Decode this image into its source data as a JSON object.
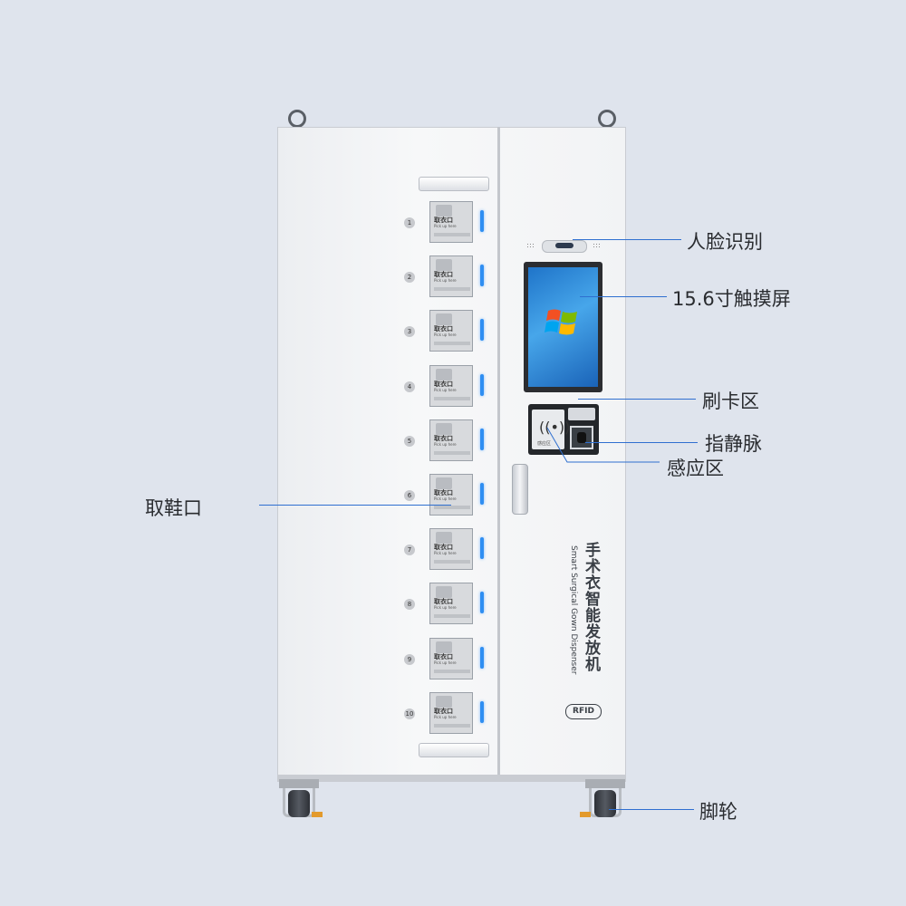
{
  "annotations": {
    "face": "人脸识别",
    "screen": "15.6寸触摸屏",
    "card": "刷卡区",
    "vein": "指静脉",
    "sensor": "感应区",
    "shoe": "取鞋口",
    "wheel": "脚轮"
  },
  "slots": [
    {
      "num": "1",
      "label": "取衣口",
      "sub": "Pick up here"
    },
    {
      "num": "2",
      "label": "取衣口",
      "sub": "Pick up here"
    },
    {
      "num": "3",
      "label": "取衣口",
      "sub": "Pick up here"
    },
    {
      "num": "4",
      "label": "取衣口",
      "sub": "Pick up here"
    },
    {
      "num": "5",
      "label": "取衣口",
      "sub": "Pick up here"
    },
    {
      "num": "6",
      "label": "取衣口",
      "sub": "Pick up here"
    },
    {
      "num": "7",
      "label": "取衣口",
      "sub": "Pick up here"
    },
    {
      "num": "8",
      "label": "取衣口",
      "sub": "Pick up here"
    },
    {
      "num": "9",
      "label": "取衣口",
      "sub": "Pick up here"
    },
    {
      "num": "10",
      "label": "取衣口",
      "sub": "Pick up here"
    }
  ],
  "machine": {
    "title_cn": "手术衣智能发放机",
    "title_en": "Smart Surgical Gown Dispenser",
    "badge": "RFID"
  },
  "panel": {
    "sensor_label": "感应区"
  },
  "colors": {
    "background": "#dfe4ed",
    "callout_line": "#2f6fd0",
    "led": "#2f8ef2"
  }
}
